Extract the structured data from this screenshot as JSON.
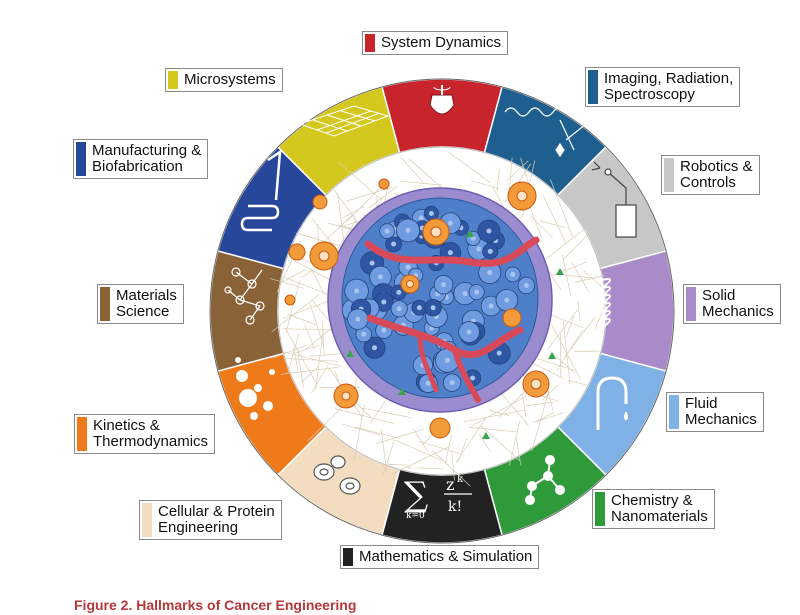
{
  "figure": {
    "caption": "Figure 2.  Hallmarks of Cancer Engineering"
  },
  "segments": [
    {
      "id": "system-dynamics",
      "lines": [
        "System Dynamics"
      ],
      "color": "#c8242b"
    },
    {
      "id": "imaging",
      "lines": [
        "Imaging, Radiation,",
        "Spectroscopy"
      ],
      "color": "#1f5f8f"
    },
    {
      "id": "robotics",
      "lines": [
        "Robotics &",
        "Controls"
      ],
      "color": "#c7c7c7"
    },
    {
      "id": "solid-mechanics",
      "lines": [
        "Solid",
        "Mechanics"
      ],
      "color": "#a98bc9"
    },
    {
      "id": "fluid-mechanics",
      "lines": [
        "Fluid",
        "Mechanics"
      ],
      "color": "#7fb0e6"
    },
    {
      "id": "chemistry",
      "lines": [
        "Chemistry &",
        "Nanomaterials"
      ],
      "color": "#2f9a3a"
    },
    {
      "id": "mathematics",
      "lines": [
        "Mathematics & Simulation"
      ],
      "color": "#222222"
    },
    {
      "id": "cellular",
      "lines": [
        "Cellular & Protein",
        "Engineering"
      ],
      "color": "#f3dcc0"
    },
    {
      "id": "kinetics",
      "lines": [
        "Kinetics &",
        "Thermodynamics"
      ],
      "color": "#ef7a1a"
    },
    {
      "id": "materials",
      "lines": [
        "Materials",
        "Science"
      ],
      "color": "#8a6238"
    },
    {
      "id": "manufacturing",
      "lines": [
        "Manufacturing &",
        "Biofabrication"
      ],
      "color": "#27479a"
    },
    {
      "id": "microsystems",
      "lines": [
        "Microsystems"
      ],
      "color": "#d4c81e"
    }
  ]
}
